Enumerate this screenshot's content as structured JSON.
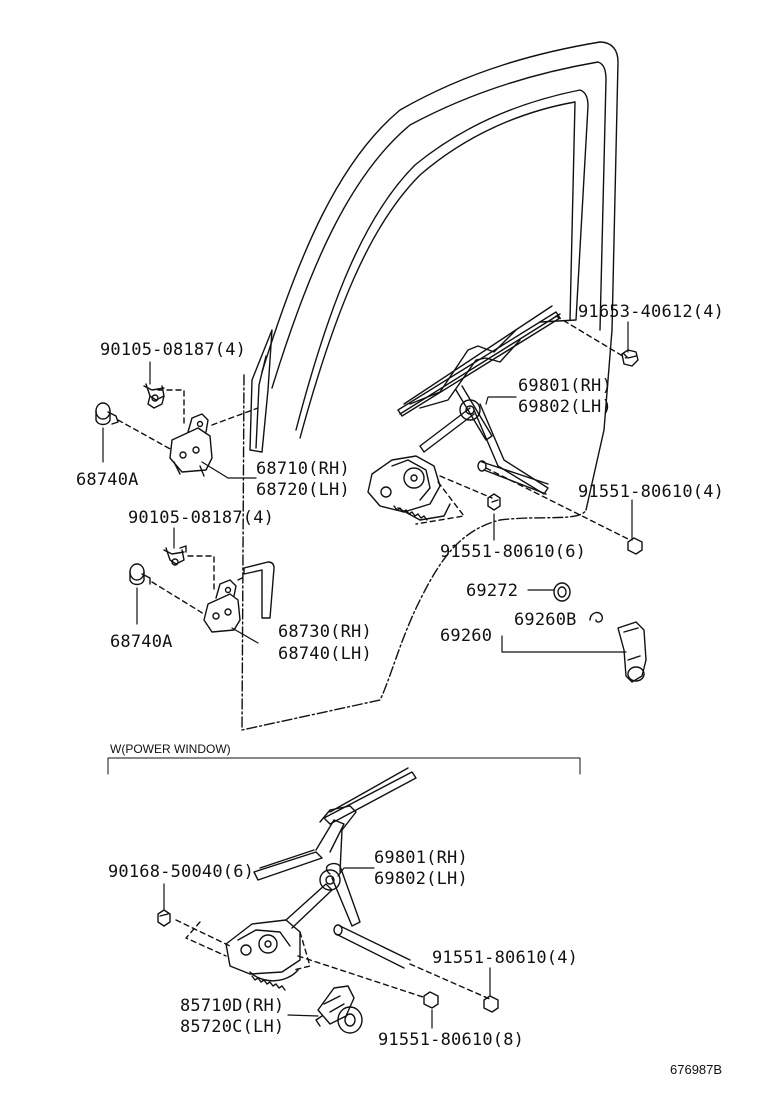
{
  "labels": {
    "p91653": "91653-40612(4)",
    "p90105a": "90105-08187(4)",
    "p69801a": "69801(RH)",
    "p69802a": "69802(LH)",
    "p68740a1": "68740A",
    "p68710": "68710(RH)",
    "p68720": "68720(LH)",
    "p91551a": "91551-80610(4)",
    "p90105b": "90105-08187(4)",
    "p91551b": "91551-80610(6)",
    "p69272": "69272",
    "p68740a2": "68740A",
    "p69260b": "69260B",
    "p69260": "69260",
    "p68730": "68730(RH)",
    "p68740": "68740(LH)",
    "section": "W(POWER WINDOW)",
    "p69801b": "69801(RH)",
    "p69802b": "69802(LH)",
    "p90168": "90168-50040(6)",
    "p91551c": "91551-80610(4)",
    "p85710": "85710D(RH)",
    "p85720": "85720C(LH)",
    "p91551d": "91551-80610(8)",
    "code": "676987B"
  },
  "colors": {
    "line": "#111111",
    "background": "#ffffff"
  }
}
